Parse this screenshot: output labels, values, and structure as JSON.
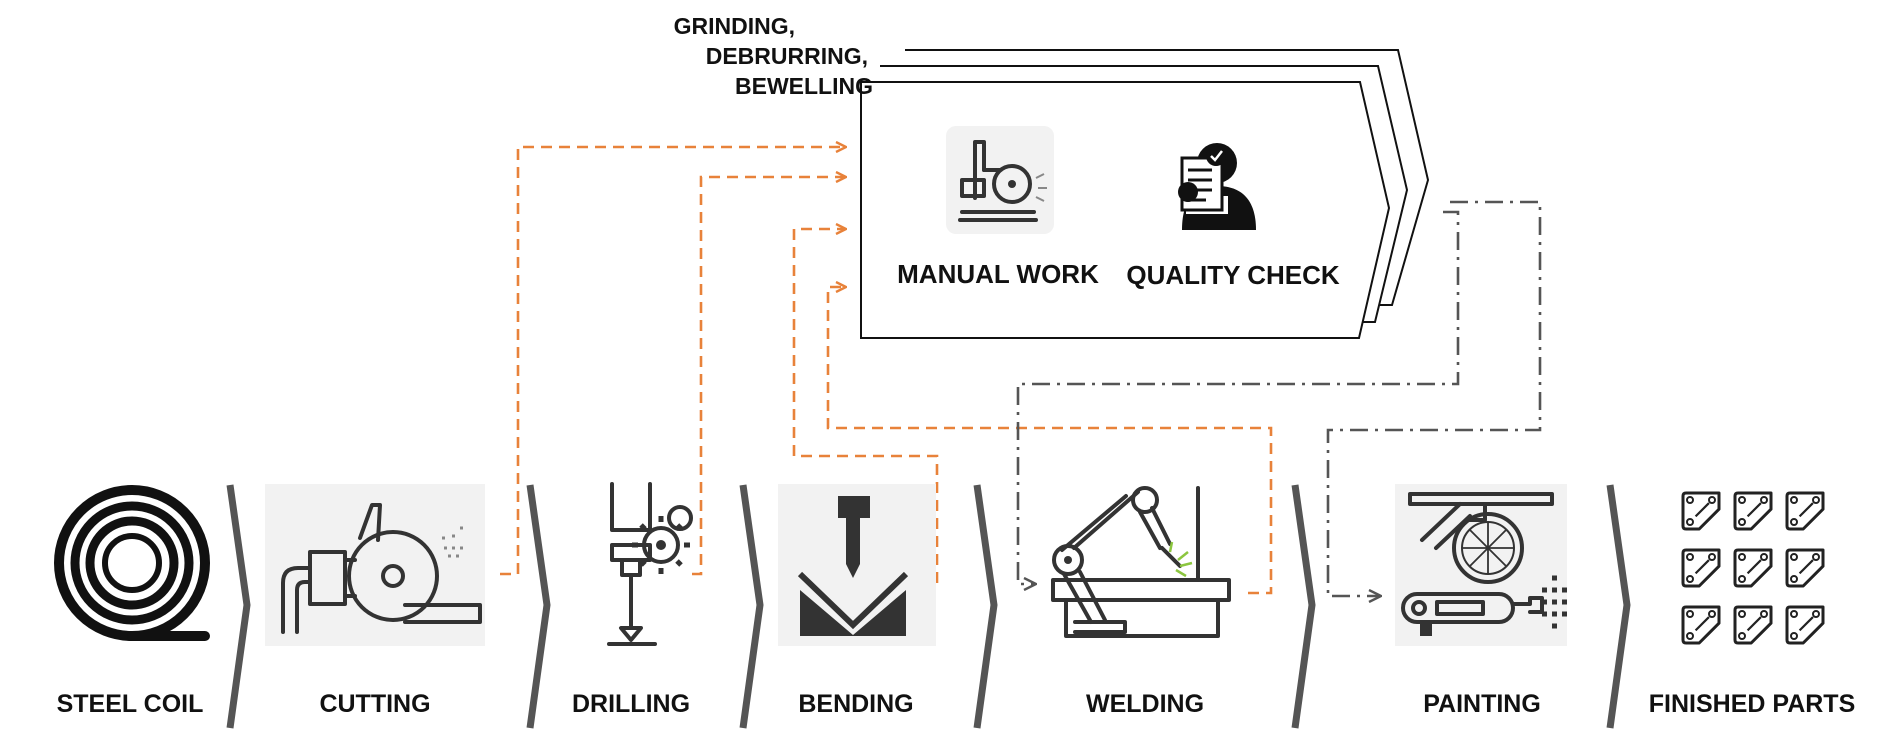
{
  "stages": [
    {
      "id": "steel-coil",
      "label": "STEEL COIL",
      "icon": "steel-coil-icon"
    },
    {
      "id": "cutting",
      "label": "CUTTING",
      "icon": "angle-grinder-icon"
    },
    {
      "id": "drilling",
      "label": "DRILLING",
      "icon": "drill-press-icon"
    },
    {
      "id": "bending",
      "label": "BENDING",
      "icon": "press-brake-icon"
    },
    {
      "id": "welding",
      "label": "WELDING",
      "icon": "welding-robot-icon"
    },
    {
      "id": "painting",
      "label": "PAINTING",
      "icon": "painting-robot-icon"
    },
    {
      "id": "finished-parts",
      "label": "FINISHED PARTS",
      "icon": "finished-parts-icon"
    }
  ],
  "side_process": {
    "caption_lines": [
      "GRINDING,",
      "DEBRURRING,",
      "BEWELLING"
    ],
    "steps": [
      {
        "label": "MANUAL WORK",
        "icon": "manual-grinding-icon"
      },
      {
        "label": "QUALITY CHECK",
        "icon": "quality-inspector-icon"
      }
    ]
  },
  "colors": {
    "to_side_process": "#e8823a",
    "return_flow": "#555555",
    "stage_divider": "#555555"
  }
}
